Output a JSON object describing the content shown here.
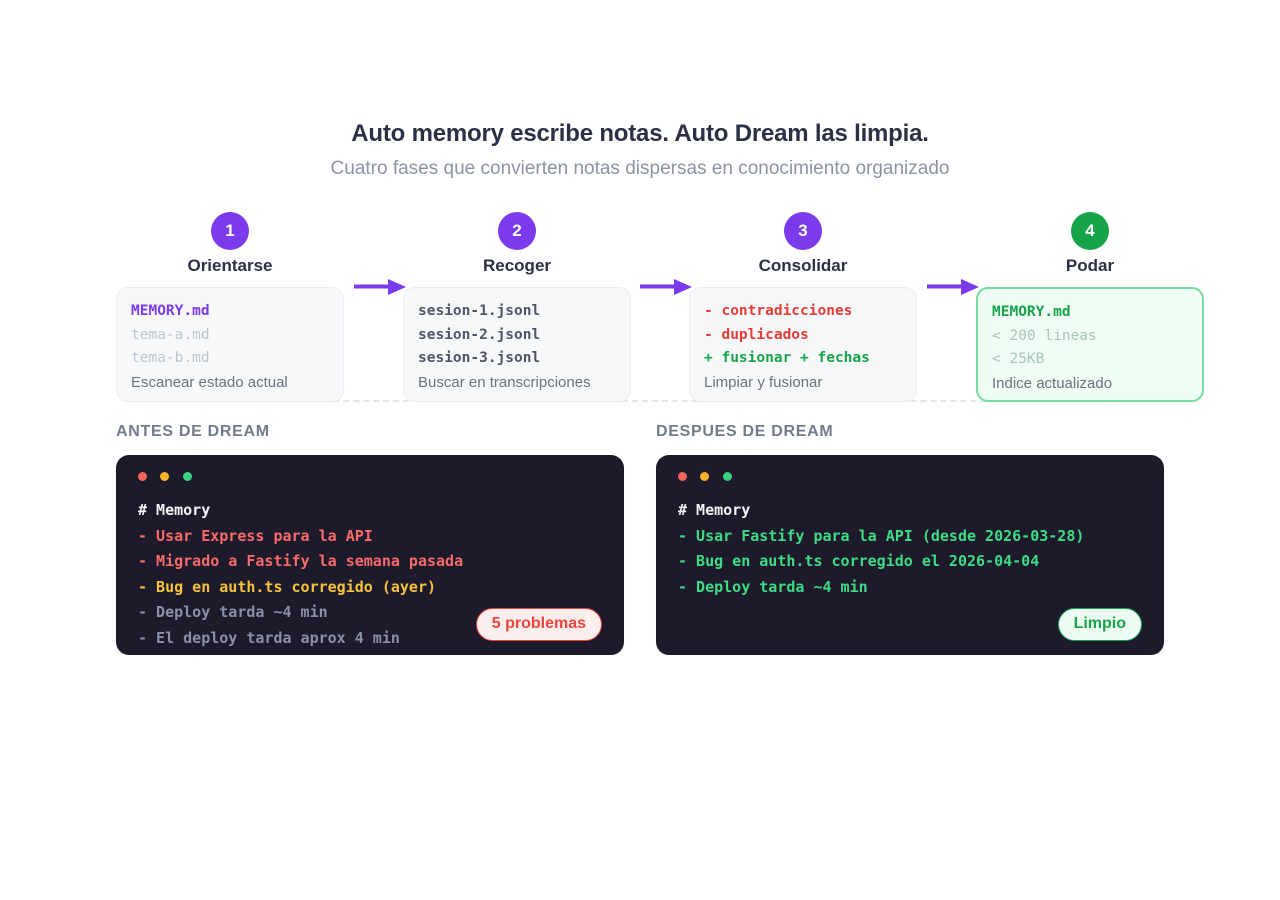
{
  "header": {
    "title": "Auto memory escribe notas. Auto Dream las limpia.",
    "subtitle": "Cuatro fases que convierten notas dispersas en conocimiento organizado"
  },
  "colors": {
    "accent_purple": "#7c3aed",
    "accent_green": "#17a34a",
    "text_dark": "#2b3044",
    "text_muted": "#8b93a5",
    "terminal_bg": "#1d1b2b",
    "danger_red": "#e8453c"
  },
  "phases": [
    {
      "number": "1",
      "title": "Orientarse",
      "badge_color": "#7c3aed",
      "lines": [
        {
          "text": "MEMORY.md",
          "style": "accent"
        },
        {
          "text": "tema-a.md",
          "style": "dim"
        },
        {
          "text": "tema-b.md",
          "style": "dim"
        }
      ],
      "caption": "Escanear estado actual"
    },
    {
      "number": "2",
      "title": "Recoger",
      "badge_color": "#7c3aed",
      "lines": [
        {
          "text": "sesion-1.jsonl",
          "style": "strong"
        },
        {
          "text": "sesion-2.jsonl",
          "style": "strong"
        },
        {
          "text": "sesion-3.jsonl",
          "style": "strong"
        }
      ],
      "caption": "Buscar en transcripciones"
    },
    {
      "number": "3",
      "title": "Consolidar",
      "badge_color": "#7c3aed",
      "lines": [
        {
          "text": "- contradicciones",
          "style": "red"
        },
        {
          "text": "- duplicados",
          "style": "red"
        },
        {
          "text": "+ fusionar + fechas",
          "style": "green"
        }
      ],
      "caption": "Limpiar y fusionar"
    },
    {
      "number": "4",
      "title": "Podar",
      "badge_color": "#17a34a",
      "lines": [
        {
          "text": "MEMORY.md",
          "style": "accent-green"
        },
        {
          "text": "< 200 lineas",
          "style": "dim-green"
        },
        {
          "text": "< 25KB",
          "style": "dim-green"
        }
      ],
      "caption": "Indice actualizado"
    }
  ],
  "comparison": {
    "before": {
      "label": "ANTES DE DREAM",
      "window_dots": [
        "red",
        "yellow",
        "green"
      ],
      "lines": [
        {
          "text": "# Memory",
          "style": "head"
        },
        {
          "text": "- Usar Express para la API",
          "style": "red"
        },
        {
          "text": "- Migrado a Fastify la semana pasada",
          "style": "red"
        },
        {
          "text": "- Bug en auth.ts corregido (ayer)",
          "style": "amber"
        },
        {
          "text": "- Deploy tarda ~4 min",
          "style": "gray"
        },
        {
          "text": "- El deploy tarda aprox 4 min",
          "style": "gray"
        }
      ],
      "pill": "5 problemas"
    },
    "after": {
      "label": "DESPUES DE DREAM",
      "window_dots": [
        "red",
        "yellow",
        "green"
      ],
      "lines": [
        {
          "text": "# Memory",
          "style": "head"
        },
        {
          "text": "- Usar Fastify para la API (desde 2026-03-28)",
          "style": "green"
        },
        {
          "text": "- Bug en auth.ts corregido el 2026-04-04",
          "style": "green"
        },
        {
          "text": "- Deploy tarda ~4 min",
          "style": "green"
        }
      ],
      "pill": "Limpio"
    }
  }
}
